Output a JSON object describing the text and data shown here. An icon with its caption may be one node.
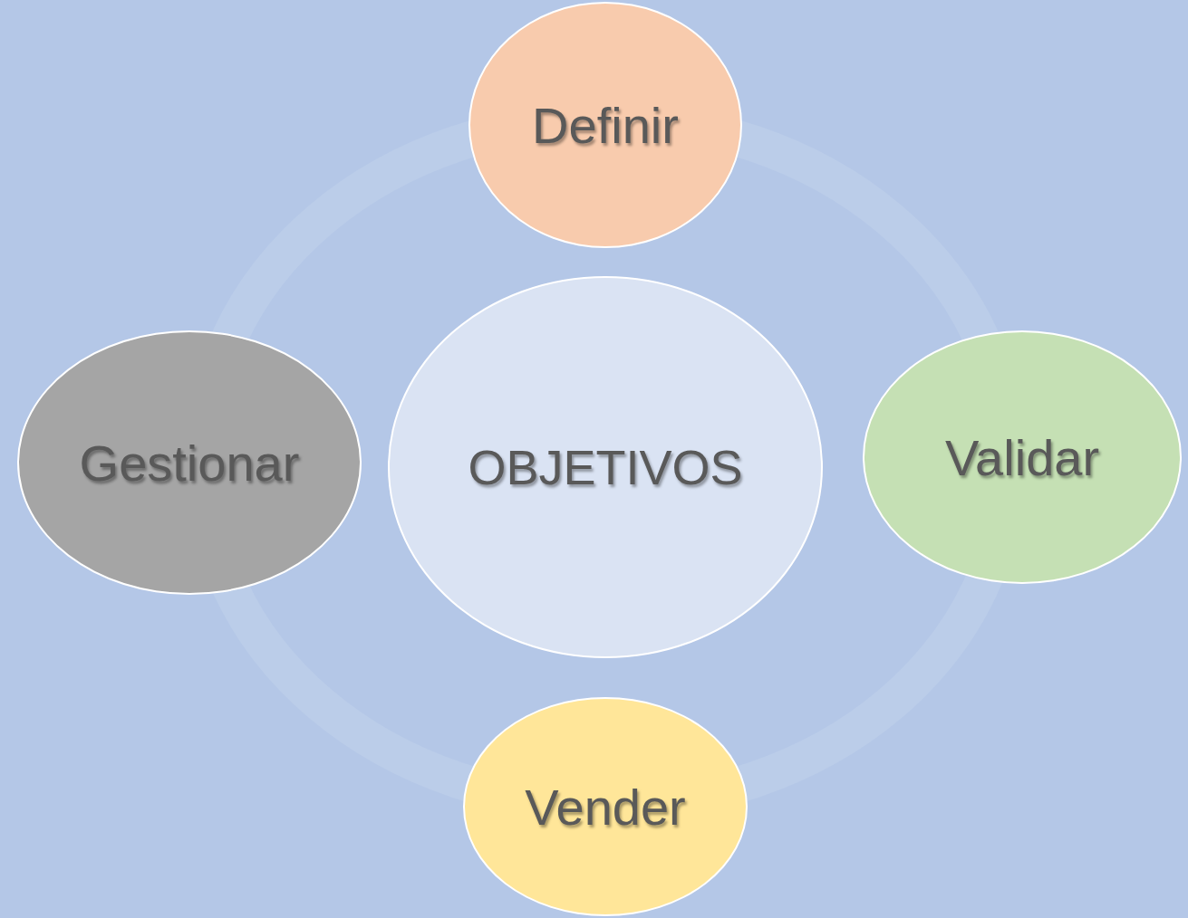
{
  "diagram": {
    "nodes": [
      {
        "text": [
          "Definir"
        ]
      },
      {
        "text": [
          "Gestionar"
        ]
      },
      {
        "text": [
          "OBJETIVOS"
        ]
      },
      {
        "text": [
          "Validar"
        ]
      },
      {
        "text": [
          "Vender"
        ]
      }
    ],
    "edges": []
  }
}
